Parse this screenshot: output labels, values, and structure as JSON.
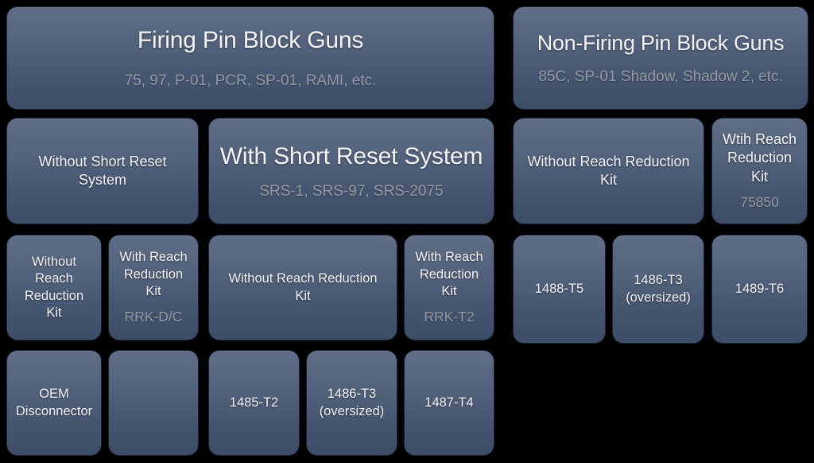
{
  "colors": {
    "background": "#000000",
    "box_gradient_top": "#5f6d86",
    "box_gradient_bottom": "#3d4d67",
    "title_text": "#f4f5f8",
    "subtitle_text": "#939aa4"
  },
  "boxes": {
    "fp_header": {
      "title": "Firing Pin Block Guns",
      "subtitle": "75, 97, P-01, PCR, SP-01, RAMI, etc."
    },
    "without_srs": {
      "title": "Without Short Reset\nSystem"
    },
    "with_srs": {
      "title": "With Short Reset System",
      "subtitle": "SRS-1, SRS-97, SRS-2075"
    },
    "nosrs_without_rrk": {
      "title": "Without\nReach\nReduction\nKit"
    },
    "nosrs_with_rrk": {
      "title": "With Reach\nReduction\nKit",
      "subtitle": "RRK-D/C"
    },
    "srs_without_rrk": {
      "title": "Without Reach Reduction\nKit"
    },
    "srs_with_rrk": {
      "title": "With Reach\nReduction\nKit",
      "subtitle": "RRK-T2"
    },
    "oem_disconnector": {
      "title": "OEM\nDisconnector"
    },
    "part_1485_t2": {
      "title": "1485-T2"
    },
    "part_1486_t3_srs": {
      "title": "1486-T3\n(oversized)"
    },
    "part_1487_t4": {
      "title": "1487-T4"
    },
    "nfp_header": {
      "title": "Non-Firing Pin Block Guns",
      "subtitle": "85C, SP-01 Shadow, Shadow 2, etc."
    },
    "nfp_without_rrk": {
      "title": "Without Reach Reduction\nKit"
    },
    "nfp_with_rrk": {
      "title": "Wtih Reach\nReduction\nKit",
      "subtitle": "75850"
    },
    "part_1488_t5": {
      "title": "1488-T5"
    },
    "part_1486_t3_nfp": {
      "title": "1486-T3\n(oversized)"
    },
    "part_1489_t6": {
      "title": "1489-T6"
    }
  }
}
